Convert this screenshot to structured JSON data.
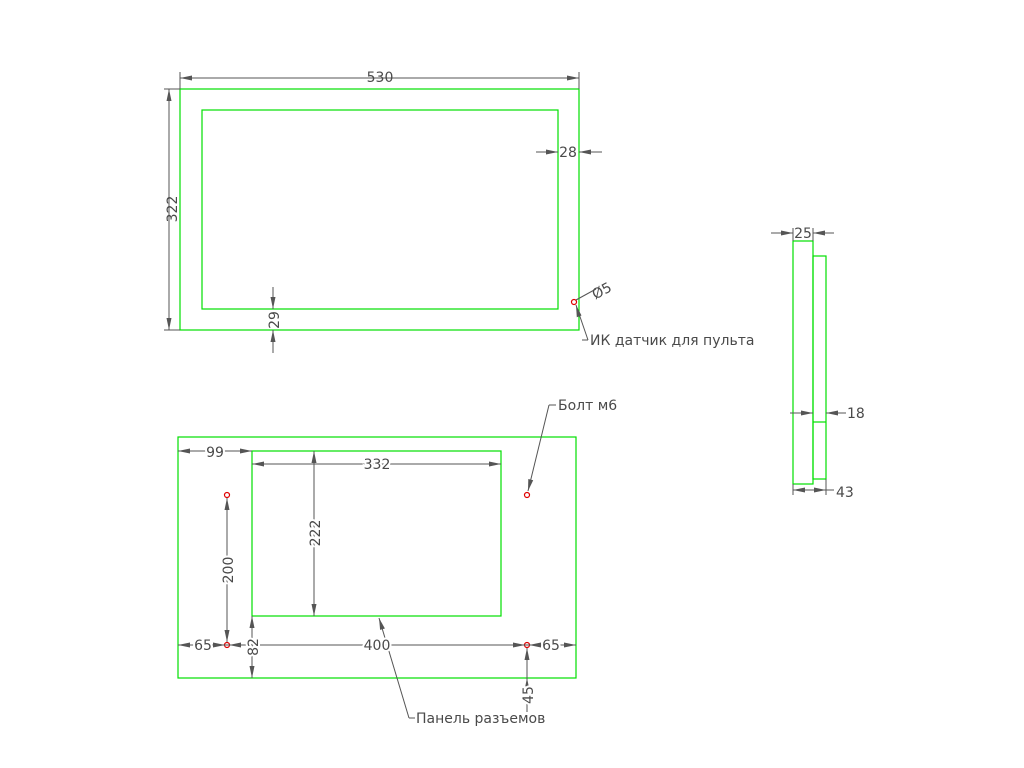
{
  "colors": {
    "outline": "#00e000",
    "dimension": "#555555",
    "hole": "#e00000",
    "text": "#4a4a4a"
  },
  "front_view": {
    "width": "530",
    "height": "322",
    "frame_side": "28",
    "frame_bottom": "29",
    "ir_hole": "Ø5",
    "ir_label": "ИК датчик для пульта"
  },
  "side_view": {
    "top": "25",
    "mid": "18",
    "bottom": "43"
  },
  "back_view": {
    "bolt_label": "Болт м6",
    "panel_label": "Панель разъемов",
    "left_offset": "99",
    "panel_width": "332",
    "panel_height": "222",
    "holes_vertical": "200",
    "left_margin": "65",
    "holes_horizontal": "400",
    "right_margin": "65",
    "panel_bottom": "82",
    "bottom_margin": "45"
  }
}
